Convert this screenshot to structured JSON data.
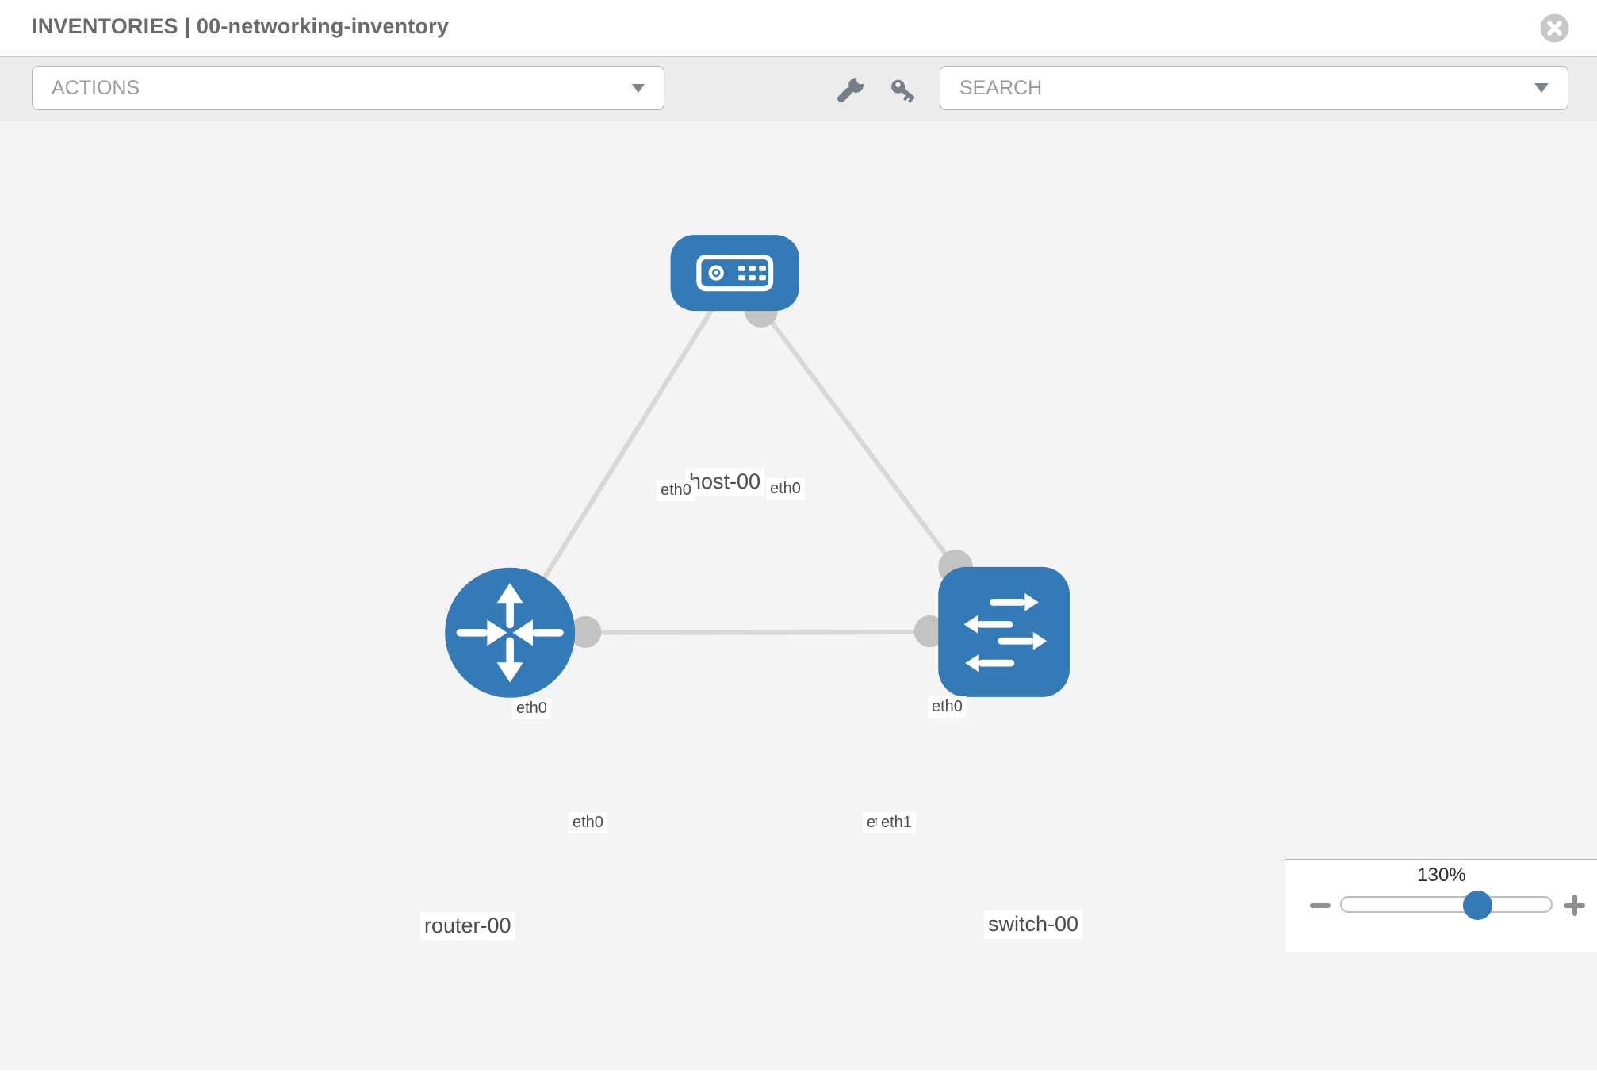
{
  "header": {
    "title": "INVENTORIES | 00-networking-inventory"
  },
  "toolbar": {
    "actions_label": "ACTIONS",
    "search_label": "SEARCH"
  },
  "icons": {
    "close": "circle-x",
    "tools": "wrench",
    "credentials": "key",
    "actions_caret": "chevron-down",
    "search_caret": "chevron-down",
    "zoom_out": "minus",
    "zoom_in": "plus"
  },
  "colors": {
    "node_blue": "#337ab7",
    "link_gray": "#d8d8d8",
    "connector_gray": "#c3c3c3",
    "canvas_bg": "#f4f4f5",
    "toolbar_bg": "#ececec"
  },
  "topology": {
    "nodes": [
      {
        "label": "host-00",
        "type": "host"
      },
      {
        "label": "router-00",
        "type": "router"
      },
      {
        "label": "switch-00",
        "type": "switch"
      }
    ],
    "links": [
      {
        "from": "host-00",
        "from_interface": "eth0",
        "to": "router-00",
        "to_interface": "eth0"
      },
      {
        "from": "host-00",
        "from_interface": "eth0",
        "to": "switch-00",
        "to_interface": "eth0"
      },
      {
        "from": "router-00",
        "from_interface": "eth0",
        "to": "switch-00",
        "to_interface": "eth1"
      }
    ],
    "interface_labels": {
      "host_to_router": "eth0",
      "host_to_switch": "eth0",
      "router_to_host": "eth0",
      "router_to_switch": "eth0",
      "switch_to_host": "eth0",
      "switch_to_router": "eth1",
      "switch_to_router_back": "eth1"
    }
  },
  "zoom_control": {
    "level": "130%"
  }
}
